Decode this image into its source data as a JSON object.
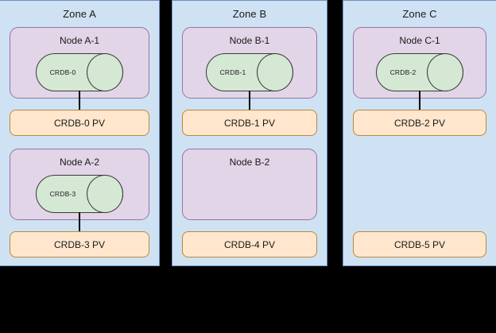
{
  "diagram": {
    "type": "infrastructure-topology",
    "background_color": "#000000",
    "colors": {
      "zone_fill": "#cfe2f3",
      "zone_stroke": "#6c8ebf",
      "node_fill": "#e1d5e7",
      "node_stroke": "#9673a6",
      "pod_fill": "#d5e8d4",
      "pod_stroke": "#3a3a3a",
      "pv_fill": "#ffe6cc",
      "pv_stroke": "#b8893a",
      "connector": "#000000",
      "text": "#1a1a1a"
    },
    "zones": [
      {
        "id": "zone-a",
        "title": "Zone A",
        "rows": [
          {
            "node": {
              "title": "Node A-1",
              "empty": false,
              "pod": {
                "label": "CRDB-0",
                "shape": "cylinder"
              }
            },
            "connector": true,
            "pv": {
              "label": "CRDB-0 PV"
            }
          },
          {
            "node": {
              "title": "Node A-2",
              "empty": false,
              "pod": {
                "label": "CRDB-3",
                "shape": "cylinder"
              }
            },
            "connector": true,
            "pv": {
              "label": "CRDB-3 PV"
            }
          }
        ]
      },
      {
        "id": "zone-b",
        "title": "Zone B",
        "rows": [
          {
            "node": {
              "title": "Node B-1",
              "empty": false,
              "pod": {
                "label": "CRDB-1",
                "shape": "cylinder"
              }
            },
            "connector": true,
            "pv": {
              "label": "CRDB-1 PV"
            }
          },
          {
            "node": {
              "title": "Node B-2",
              "empty": true,
              "pod": null
            },
            "connector": false,
            "pv": {
              "label": "CRDB-4 PV"
            }
          }
        ]
      },
      {
        "id": "zone-c",
        "title": "Zone C",
        "rows": [
          {
            "node": {
              "title": "Node C-1",
              "empty": false,
              "pod": {
                "label": "CRDB-2",
                "shape": "cylinder"
              }
            },
            "connector": true,
            "pv": {
              "label": "CRDB-2 PV"
            }
          },
          {
            "node": null,
            "connector": false,
            "pv": {
              "label": "CRDB-5 PV"
            }
          }
        ]
      }
    ]
  }
}
